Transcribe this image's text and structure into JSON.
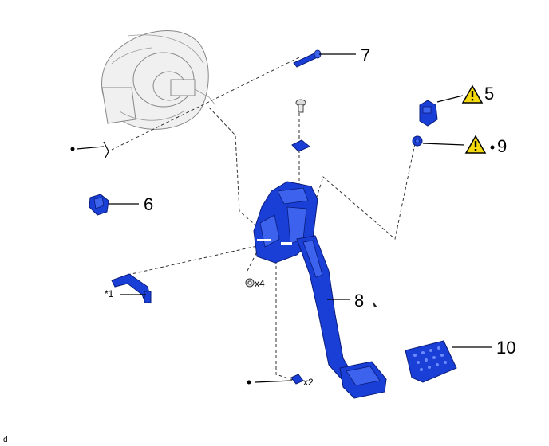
{
  "callouts": {
    "c5": "5",
    "c6": "6",
    "c7": "7",
    "c8": "8",
    "c9": "9",
    "c10": "10",
    "star1": "*1",
    "qty_x4": "x4",
    "qty_x2": "x2",
    "corner_mark": "d"
  },
  "colors": {
    "part_blue": "#1a3fd6",
    "warning_yellow": "#f4d90f",
    "ghost_gray": "#f0f0f0"
  },
  "icons": {
    "warning": "warning-triangle-icon",
    "bullet": "bullet-dot-icon"
  }
}
